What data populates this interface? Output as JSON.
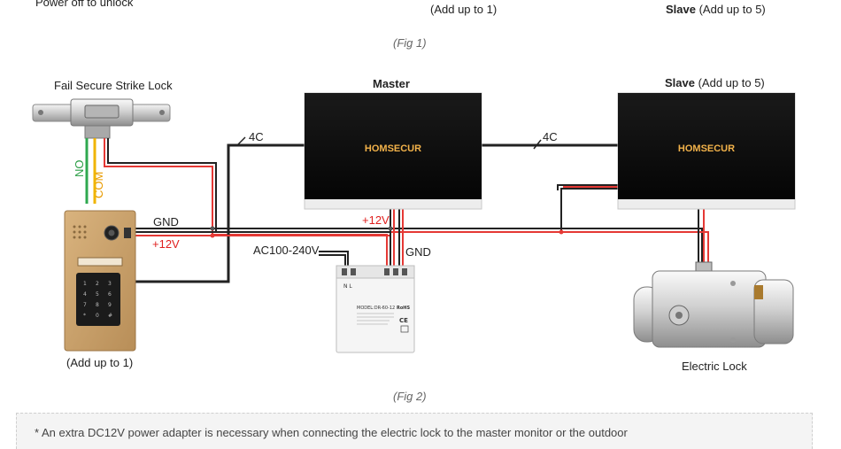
{
  "top": {
    "left_text": "Power off to unlock",
    "middle_text": "(Add up to 1)",
    "right_bold": "Slave",
    "right_text": " (Add up to 5)"
  },
  "fig1": "(Fig 1)",
  "fig2": "(Fig 2)",
  "labels": {
    "strike_lock": "Fail Secure Strike Lock",
    "master": "Master",
    "slave_bold": "Slave",
    "slave_text": " (Add up to 5)",
    "cable_4c_left": "4C",
    "cable_4c_right": "4C",
    "wire_no": "NO",
    "wire_com": "COM",
    "gnd_left": "GND",
    "v12_left": "+12V",
    "v12_mid": "+12V",
    "gnd_mid": "GND",
    "ac_input": "AC100-240V",
    "outdoor_count": "(Add up to 1)",
    "electric_lock": "Electric Lock"
  },
  "devices": {
    "monitor_brand": "HOMSECUR",
    "psu_model": "MODEL:DR-60-12",
    "psu_rohs": "RoHS",
    "psu_terminals_left": "N L",
    "psu_ce": "CE"
  },
  "note": "* An extra DC12V power adapter is necessary when connecting the electric lock to the master monitor or the outdoor",
  "colors": {
    "wire_red": "#e53935",
    "wire_black": "#222222",
    "wire_green": "#2fa84f",
    "wire_yellow": "#f0b400",
    "label_red": "#e0201f",
    "label_green": "#2a9d44",
    "label_yellow": "#e89a00"
  }
}
